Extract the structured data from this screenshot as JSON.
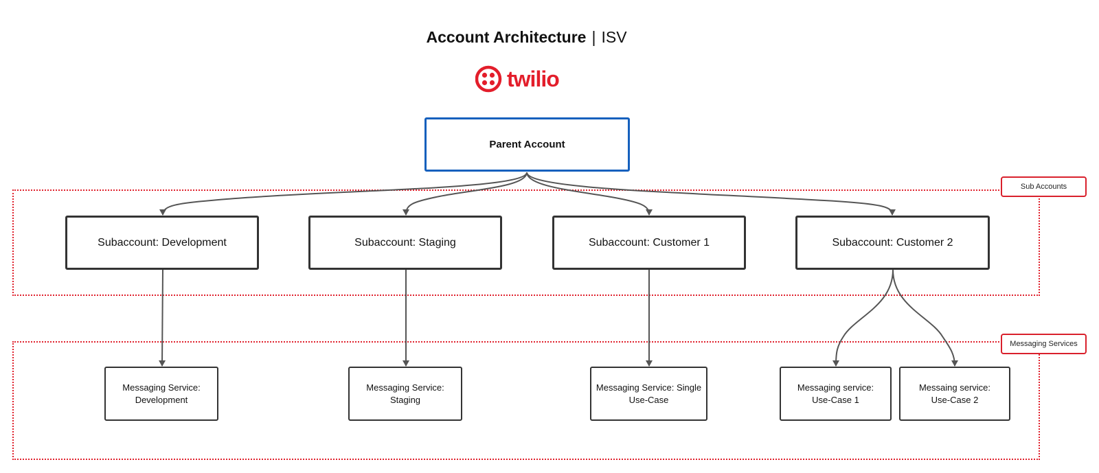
{
  "header": {
    "title_bold": "Account Architecture",
    "title_separator": "|",
    "title_light": "ISV"
  },
  "logo": {
    "wordmark": "twilio",
    "icon": "twilio-dots-icon",
    "color": "#e31e2b"
  },
  "groups": {
    "sub_accounts": "Sub Accounts",
    "messaging_services": "Messaging Services"
  },
  "nodes": {
    "parent": "Parent Account",
    "sub_dev": "Subaccount: Development",
    "sub_stg": "Subaccount: Staging",
    "sub_c1": "Subaccount: Customer 1",
    "sub_c2": "Subaccount: Customer 2",
    "svc_dev": "Messaging Service:\nDevelopment",
    "svc_stg": "Messaging Service:\nStaging",
    "svc_single": "Messaging Service:  Single\nUse-Case",
    "svc_uc1": "Messaging service:\nUse-Case 1",
    "svc_uc2": "Messaing service:\nUse-Case 2"
  },
  "colors": {
    "parent_border": "#1560bd",
    "node_border": "#333333",
    "group_border": "#e0202c",
    "edge": "#555555"
  }
}
